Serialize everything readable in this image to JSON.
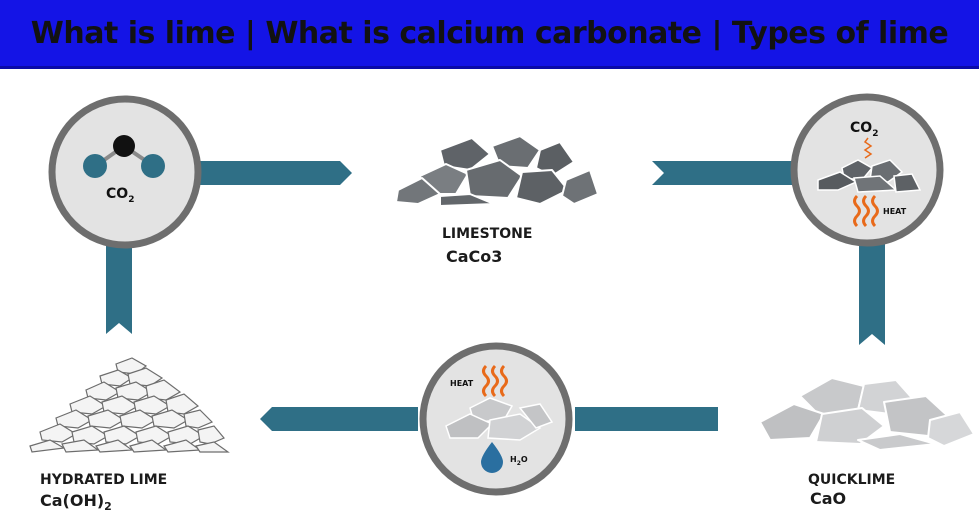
{
  "banner": {
    "title": "What is lime | What is calcium carbonate | Types of lime",
    "background": "#1414e6"
  },
  "colors": {
    "arrow": "#2f6f86",
    "circle_fill": "#e3e3e3",
    "circle_ring": "#6e6e6e",
    "rock_dark": "#666a6e",
    "rock_light": "#c8c9cb",
    "heat": "#e86a1a",
    "water": "#2a6fa0"
  },
  "labels": {
    "limestone_name": "LIMESTONE",
    "limestone_formula": "CaCo3",
    "quicklime_name": "QUICKLIME",
    "quicklime_formula": "CaO",
    "hydrated_name": "HYDRATED LIME",
    "hydrated_formula_main": "Ca(OH)",
    "hydrated_formula_sub": "2"
  },
  "circles": {
    "co2": {
      "text": "CO",
      "sub": "2",
      "icon": "co2-molecule-icon"
    },
    "kiln": {
      "gas_text": "CO",
      "gas_sub": "2",
      "heat_text": "HEAT",
      "icon": "heat-waves-icon"
    },
    "slaking": {
      "heat_text": "HEAT",
      "water_text": "H",
      "water_sub": "2",
      "water_suffix": "O",
      "icon": "water-drop-icon"
    }
  }
}
